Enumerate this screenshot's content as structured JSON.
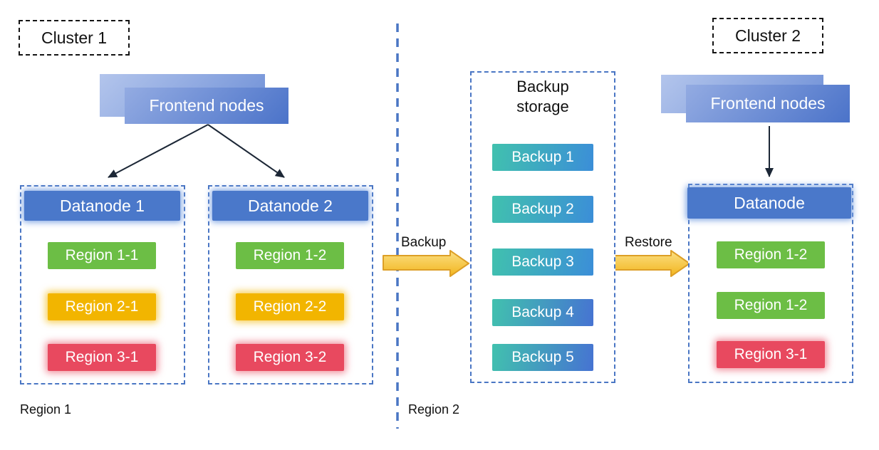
{
  "cluster1": {
    "label": "Cluster 1",
    "frontend_label": "Frontend nodes",
    "datanodes": [
      {
        "title": "Datanode 1",
        "regions": [
          {
            "label": "Region 1-1",
            "color": "green"
          },
          {
            "label": "Region 2-1",
            "color": "yellow"
          },
          {
            "label": "Region 3-1",
            "color": "red"
          }
        ]
      },
      {
        "title": "Datanode 2",
        "regions": [
          {
            "label": "Region 1-2",
            "color": "green"
          },
          {
            "label": "Region 2-2",
            "color": "yellow"
          },
          {
            "label": "Region 3-2",
            "color": "red"
          }
        ]
      }
    ]
  },
  "backup_storage": {
    "title": "Backup storage",
    "items": [
      "Backup 1",
      "Backup 2",
      "Backup 3",
      "Backup 4",
      "Backup 5"
    ]
  },
  "arrows": {
    "backup": "Backup",
    "restore": "Restore"
  },
  "cluster2": {
    "label": "Cluster 2",
    "frontend_label": "Frontend nodes",
    "datanode_title": "Datanode",
    "regions": [
      {
        "label": "Region 1-2",
        "color": "green"
      },
      {
        "label": "Region 1-2",
        "color": "green"
      },
      {
        "label": "Region 3-1",
        "color": "red"
      }
    ]
  },
  "footer": {
    "region1": "Region 1",
    "region2": "Region 2"
  },
  "colors": {
    "container_border": "#4A76C4",
    "divider": "#4A76C4",
    "datanode_header": "#4A78CA",
    "region_green": "#6CBE45",
    "region_yellow": "#F2B500",
    "region_red": "#E8495F",
    "backup_gradient_start": "#41C1AE",
    "backup_gradient_end": "#3B8ED8",
    "frontend_gradient_start": "#93ABE2",
    "frontend_gradient_end": "#4B73C9",
    "block_arrow_fill": "#F5C02C",
    "block_arrow_stroke": "#DD9F26",
    "connector": "#1C2736"
  }
}
